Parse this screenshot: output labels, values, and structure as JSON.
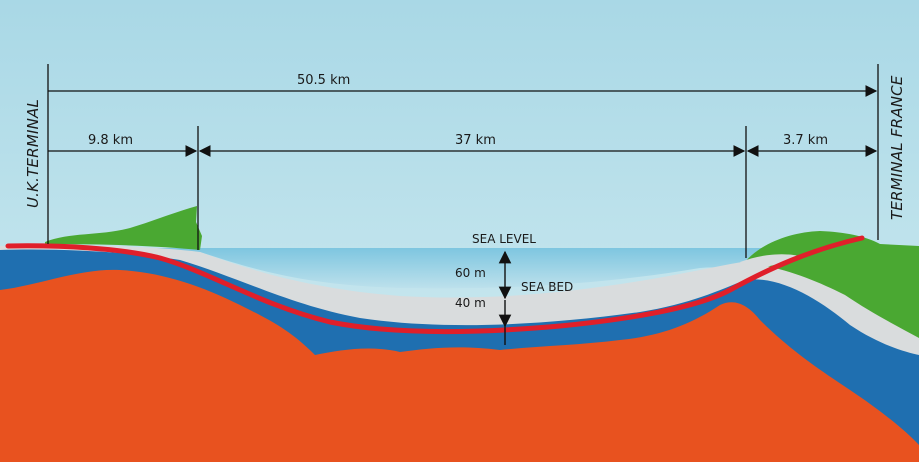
{
  "diagram": {
    "terminals": {
      "uk": "U.K.TERMINAL",
      "france": "TERMINAL FRANCE"
    },
    "dimensions": {
      "total": "50.5 km",
      "uk_land": "9.8 km",
      "under_sea": "37 km",
      "france_land": "3.7 km"
    },
    "depth_labels": {
      "sea_level": "SEA LEVEL",
      "sea_bed": "SEA BED",
      "water_depth": "60 m",
      "below_seabed": "40 m"
    },
    "colors": {
      "sky": "#aedbe6",
      "sea": "#8fcfe6",
      "land": "#4aa832",
      "chalk": "#d9dcdd",
      "marl": "#1f6fb0",
      "rock": "#e8521f",
      "tunnel": "#e01f2a"
    }
  }
}
